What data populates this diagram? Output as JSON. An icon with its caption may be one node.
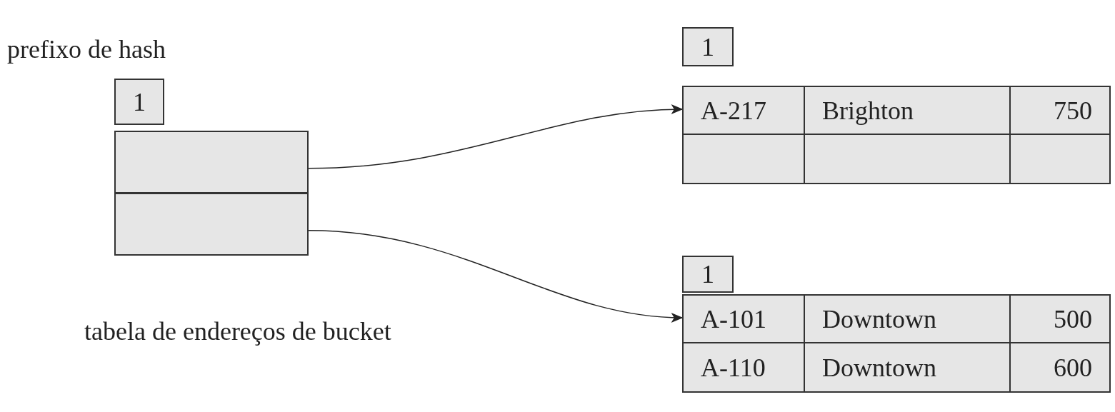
{
  "diagram": {
    "nodes": [
      {
        "text": [
          "1"
        ]
      },
      {
        "text": [],
        "shape": "box"
      },
      {
        "text": [],
        "shape": "box"
      },
      {
        "text": [
          "1"
        ]
      },
      {
        "text": [
          "A-217",
          "Brighton",
          "750"
        ]
      },
      {
        "text": [
          "1"
        ]
      },
      {
        "text": [
          "A-101",
          "Downtown",
          "500",
          "A-110",
          "Downtown",
          "600"
        ]
      }
    ],
    "edges": [
      {
        "from": 1,
        "to": 4,
        "arrow": "to"
      },
      {
        "from": 2,
        "to": 6,
        "arrow": "to"
      }
    ],
    "labels": [
      "prefixo de hash",
      "tabela de endereços de bucket"
    ]
  }
}
